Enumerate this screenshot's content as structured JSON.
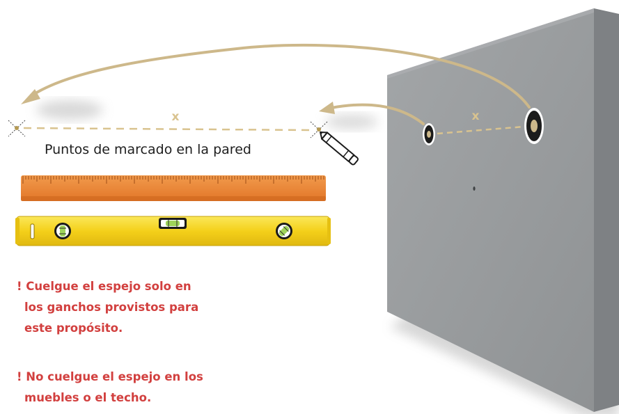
{
  "caption": "Puntos de marcado en la pared",
  "measure_label_left": "x",
  "measure_label_right": "x",
  "warnings": [
    {
      "lines": [
        "! Cuelgue el espejo solo en",
        "los ganchos provistos para",
        "este propósito."
      ]
    },
    {
      "lines": [
        "! No cuelgue el espejo en los",
        "muebles o el techo."
      ]
    }
  ],
  "colors": {
    "arrow": "#cdb88a",
    "dash": "#d9c38f",
    "wall_front": "#9b9ea0",
    "wall_side": "#7e8184",
    "ruler": "#e8843a",
    "level": "#f6d420",
    "warning_text": "#d2403f"
  }
}
